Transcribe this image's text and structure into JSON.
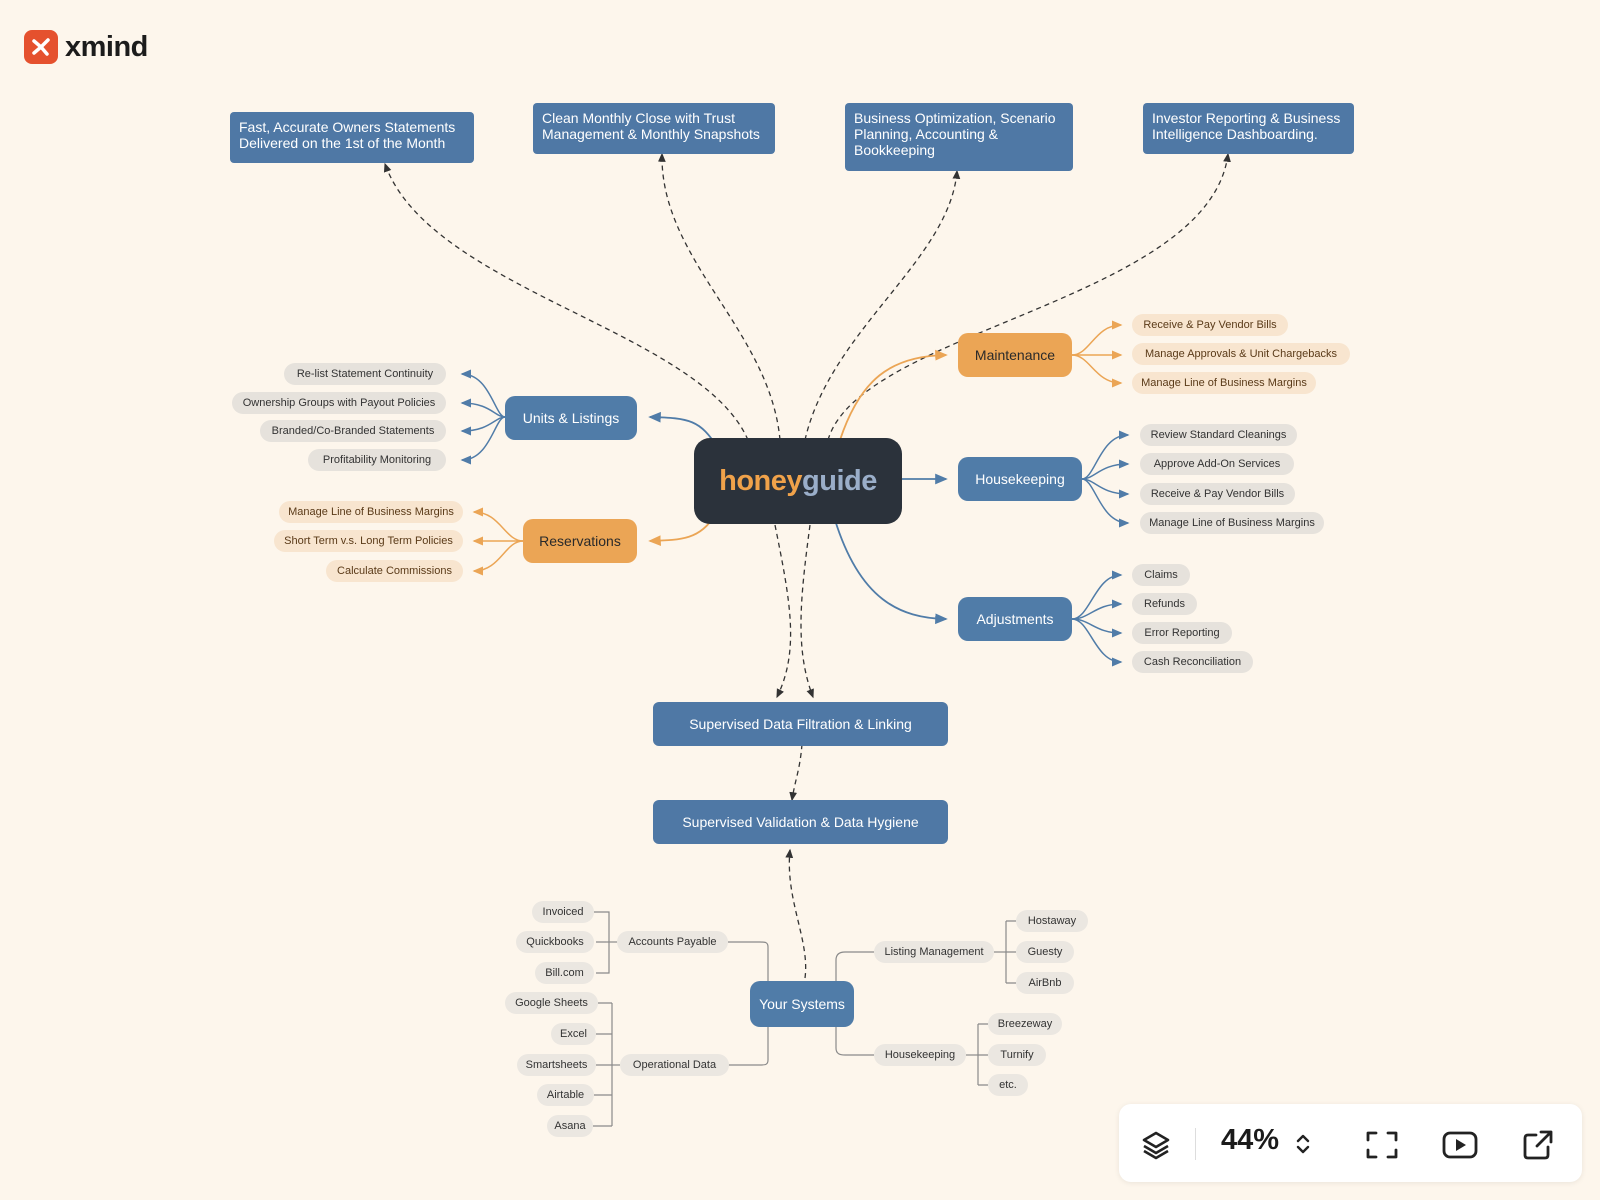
{
  "app": {
    "name": "xmind"
  },
  "colors": {
    "blue": "#507ca8",
    "orange": "#eba555",
    "dark": "#2b323b",
    "background": "#fdf6ec",
    "brand": "#e5512e"
  },
  "central": {
    "part1": "honey",
    "part2": "guide",
    "color1": "#f0a24a",
    "color2": "#9aaec9"
  },
  "outcomes": [
    "Fast, Accurate Owners Statements Delivered on the 1st of the Month",
    "Clean Monthly Close with Trust Management & Monthly Snapshots",
    "Business Optimization,  Scenario Planning, Accounting & Bookkeeping",
    "Investor Reporting & Business Intelligence Dashboarding."
  ],
  "units_listings": {
    "label": "Units & Listings",
    "items": [
      "Re-list Statement Continuity",
      "Ownership Groups with Payout Policies",
      "Branded/Co-Branded Statements",
      "Profitability Monitoring"
    ]
  },
  "reservations": {
    "label": "Reservations",
    "items": [
      "Manage Line of Business Margins",
      "Short Term v.s. Long Term Policies",
      "Calculate Commissions"
    ]
  },
  "maintenance": {
    "label": "Maintenance",
    "items": [
      "Receive & Pay Vendor Bills",
      "Manage Approvals & Unit Chargebacks",
      "Manage Line of Business Margins"
    ]
  },
  "housekeeping": {
    "label": "Housekeeping",
    "items": [
      "Review Standard Cleanings",
      "Approve Add-On Services",
      "Receive & Pay Vendor Bills",
      "Manage Line of Business Margins"
    ]
  },
  "adjustments": {
    "label": "Adjustments",
    "items": [
      "Claims",
      "Refunds",
      "Error Reporting",
      "Cash Reconciliation"
    ]
  },
  "filtration": {
    "label": "Supervised Data Filtration & Linking"
  },
  "validation": {
    "label": "Supervised Validation & Data Hygiene"
  },
  "systems": {
    "label": "Your Systems",
    "accounts_payable": {
      "label": "Accounts Payable",
      "items": [
        "Invoiced",
        "Quickbooks",
        "Bill.com"
      ]
    },
    "operational_data": {
      "label": "Operational Data",
      "items": [
        "Google Sheets",
        "Excel",
        "Smartsheets",
        "Airtable",
        "Asana"
      ]
    },
    "listing_management": {
      "label": "Listing Management",
      "items": [
        "Hostaway",
        "Guesty",
        "AirBnb"
      ]
    },
    "housekeeping": {
      "label": "Housekeeping",
      "items": [
        "Breezeway",
        "Turnify",
        "etc."
      ]
    }
  },
  "toolbar": {
    "zoom": "44%",
    "icons": [
      "layers-icon",
      "zoom-stepper-icon",
      "fullscreen-icon",
      "play-icon",
      "open-external-icon"
    ]
  }
}
